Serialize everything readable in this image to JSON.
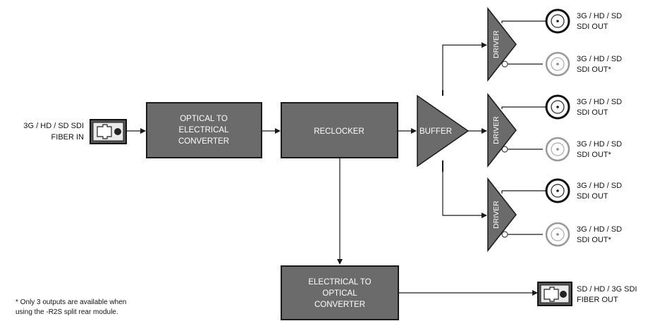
{
  "input": {
    "label_line1": "3G / HD / SD SDI",
    "label_line2": "FIBER IN"
  },
  "blocks": {
    "optical_to_electrical": [
      "OPTICAL TO",
      "ELECTRICAL",
      "CONVERTER"
    ],
    "reclocker": [
      "RECLOCKER"
    ],
    "buffer": [
      "BUFFER"
    ],
    "electrical_to_optical": [
      "ELECTRICAL TO",
      "OPTICAL",
      "CONVERTER"
    ]
  },
  "driver_label": "DRIVER",
  "outputs": [
    {
      "line1": "3G / HD / SD",
      "line2": "SDI OUT"
    },
    {
      "line1": "3G / HD / SD",
      "line2": "SDI OUT*"
    },
    {
      "line1": "3G / HD / SD",
      "line2": "SDI OUT"
    },
    {
      "line1": "3G / HD / SD",
      "line2": "SDI OUT*"
    },
    {
      "line1": "3G / HD / SD",
      "line2": "SDI OUT"
    },
    {
      "line1": "3G / HD / SD",
      "line2": "SDI OUT*"
    }
  ],
  "fiber_out": {
    "label_line1": "SD / HD / 3G SDI",
    "label_line2": "FIBER OUT"
  },
  "footnote": {
    "line1": "* Only 3 outputs are available when",
    "line2": "using  the -R2S split rear module."
  }
}
